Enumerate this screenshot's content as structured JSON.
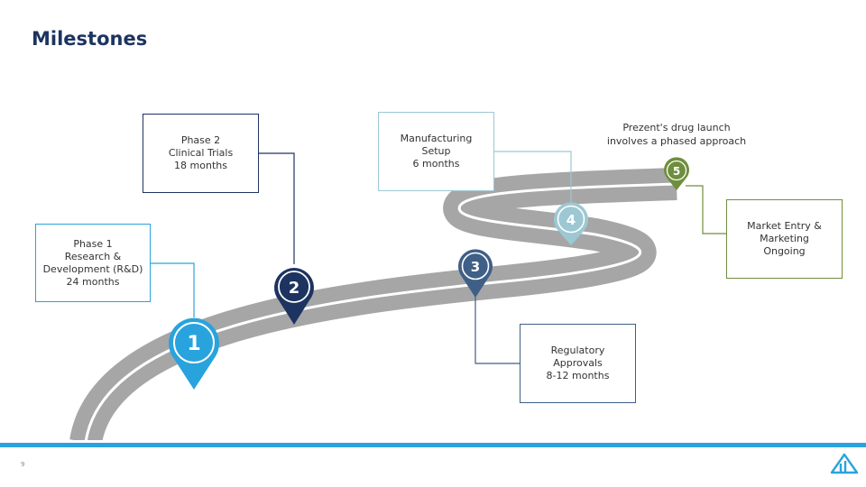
{
  "slide": {
    "title": "Milestones",
    "page_number": "9",
    "caption": [
      "Prezent's drug launch",
      "involves a phased approach"
    ]
  },
  "milestones": [
    {
      "number": "1",
      "lines": [
        "Phase 1",
        "Research &",
        "Development (R&D)",
        "24 months"
      ],
      "color": "#29a3dd"
    },
    {
      "number": "2",
      "lines": [
        "Phase 2",
        "Clinical Trials",
        "18 months"
      ],
      "color": "#1d3461"
    },
    {
      "number": "3",
      "lines": [
        "Regulatory",
        "Approvals",
        "8-12 months"
      ],
      "color": "#3f5f86"
    },
    {
      "number": "4",
      "lines": [
        "Manufacturing",
        "Setup",
        "6 months"
      ],
      "color": "#9cc8d3"
    },
    {
      "number": "5",
      "lines": [
        "Market Entry &",
        "Marketing",
        "Ongoing"
      ],
      "color": "#6f8e3e"
    }
  ],
  "colors": {
    "road": "#a6a6a6",
    "road_lane": "#ffffff",
    "footer_bar": "#29a3dd",
    "title": "#1d3461"
  },
  "icons": {
    "logo": "triangle-logo-icon"
  }
}
